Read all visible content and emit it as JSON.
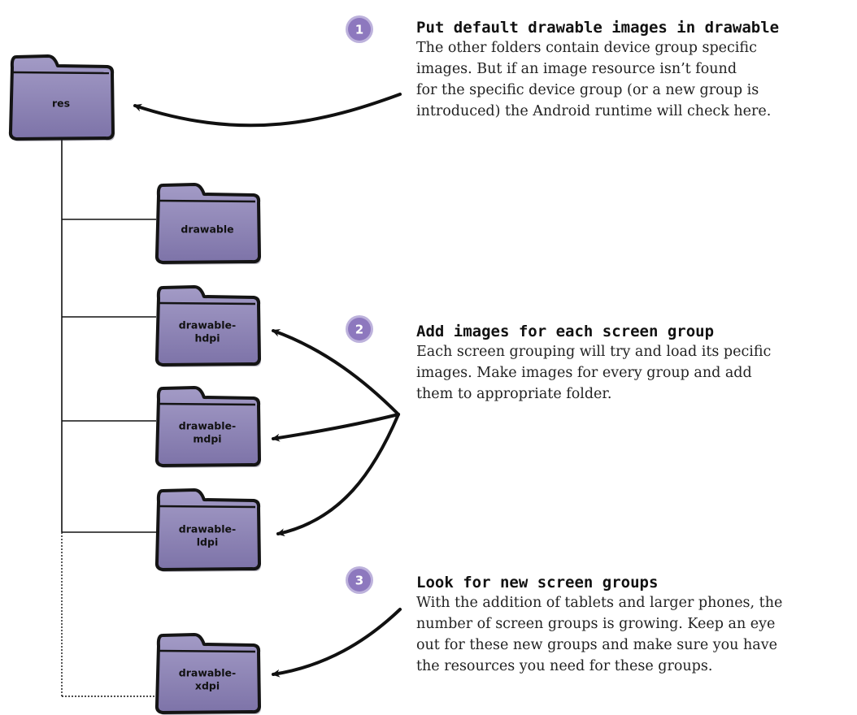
{
  "folders": {
    "res": {
      "lines": [
        "res"
      ]
    },
    "drawable": {
      "lines": [
        "drawable"
      ]
    },
    "drawable_hdpi": {
      "lines": [
        "drawable-",
        "hdpi"
      ]
    },
    "drawable_mdpi": {
      "lines": [
        "drawable-",
        "mdpi"
      ]
    },
    "drawable_ldpi": {
      "lines": [
        "drawable-",
        "ldpi"
      ]
    },
    "drawable_xdpi": {
      "lines": [
        "drawable-",
        "xdpi"
      ]
    }
  },
  "callouts": [
    {
      "number": "1",
      "title": "Put default drawable images in drawable",
      "lines": [
        "The other folders contain device group specific",
        "images. But if an image resource isn’t found",
        "for the specific device group (or a new group is",
        "introduced) the Android runtime will check here."
      ]
    },
    {
      "number": "2",
      "title": "Add images for each screen group",
      "lines": [
        "Each screen grouping will try and load its pecific",
        "images. Make images for every group and add",
        "them to appropriate folder."
      ]
    },
    {
      "number": "3",
      "title": "Look for new screen groups",
      "lines": [
        "With the addition of tablets and larger phones, the",
        "number of screen groups is growing. Keep an eye",
        "out for these new groups and make sure you have",
        "the resources you need for these groups."
      ]
    }
  ],
  "colors": {
    "folder_fill": "#8a80b2",
    "folder_fill_light": "#a49cc6",
    "folder_outline": "#141414",
    "badge_fill": "#8d78be",
    "badge_ring": "#bdb2dc"
  }
}
